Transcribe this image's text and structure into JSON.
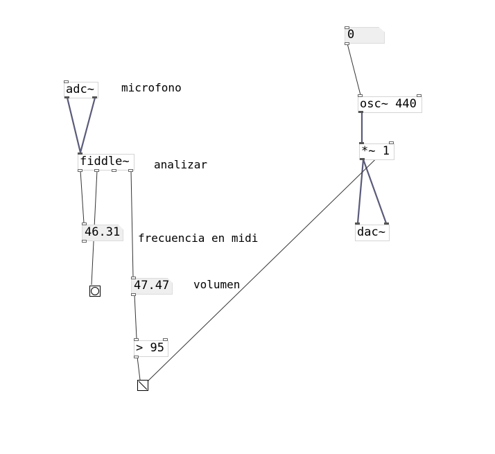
{
  "patch": {
    "objects": {
      "adc": "adc~",
      "fiddle": "fiddle~",
      "osc": "osc~ 440",
      "mult": "*~ 1",
      "dac": "dac~",
      "compare": "> 95"
    },
    "numbers": {
      "top_zero": "0",
      "pitch": "46.31",
      "volume": "47.47"
    },
    "comments": {
      "microfono": "microfono",
      "analizar": "analizar",
      "frecuencia": "frecuencia en midi",
      "volumen": "volumen"
    }
  }
}
